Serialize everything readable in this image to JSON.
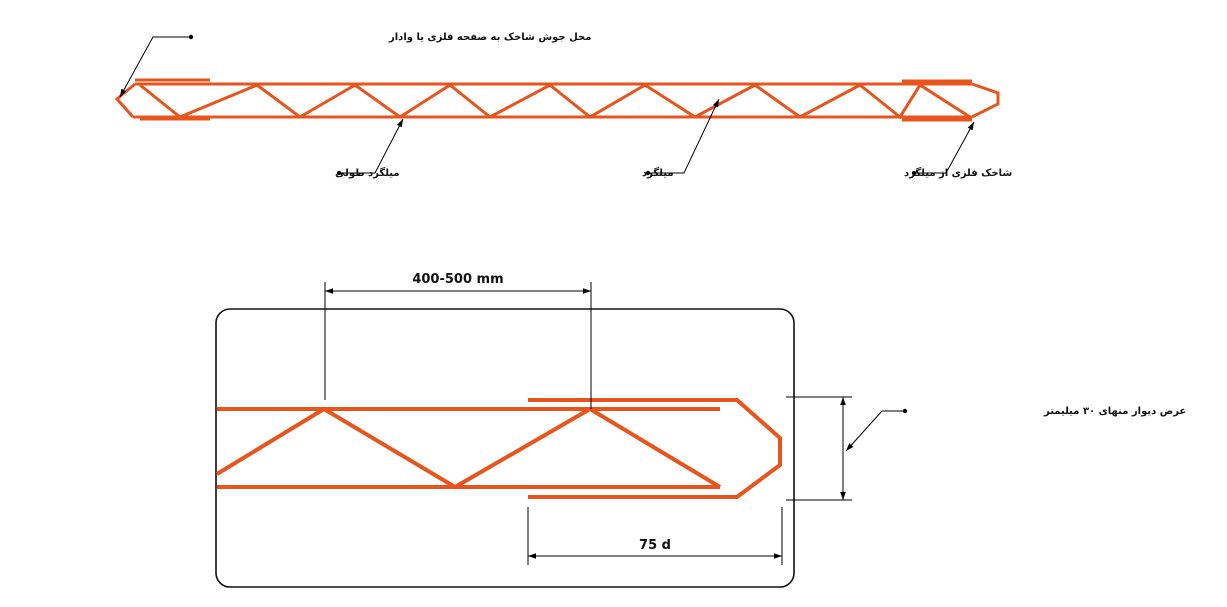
{
  "labels": {
    "weld_location": "محل جوش شاخک به صفحه فلزی یا وادار",
    "longitudinal_rebar": "میلگرد طولی",
    "rebar": "میلگرد",
    "rebar_hook": "شاخک فلزی از میلگرد",
    "wall_width": "عرض دیوار منهای ۳۰ میلیمتر"
  },
  "dimensions": {
    "spacing": "400-500 mm",
    "anchorage": "75 d"
  },
  "colors": {
    "rebar": "#e8541c",
    "lines": "#000000"
  }
}
